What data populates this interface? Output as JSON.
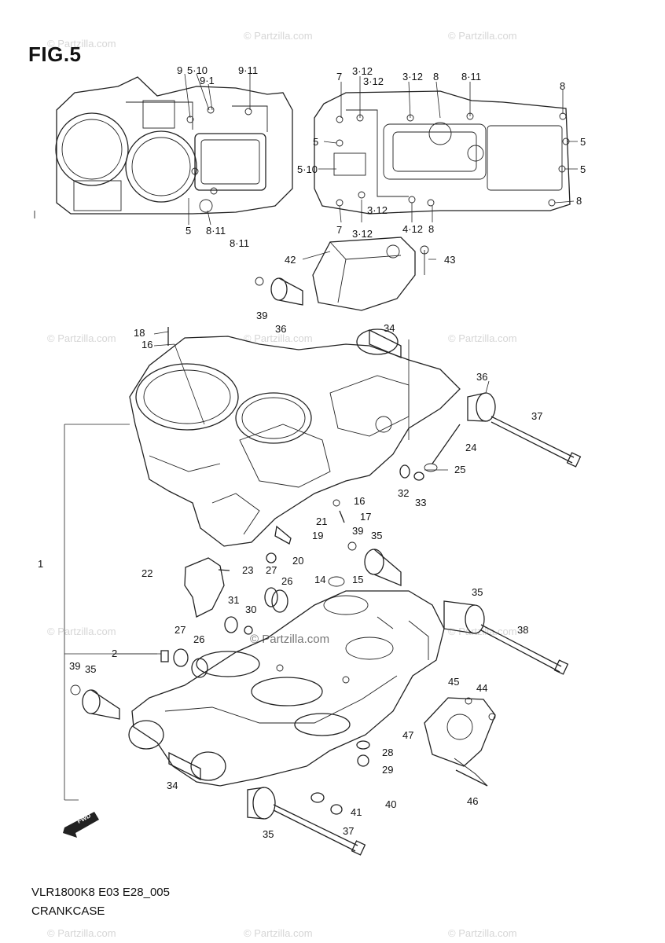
{
  "figure": {
    "title": "FIG.5",
    "model_code": "VLR1800K8 E03 E28_005",
    "name": "CRANKCASE"
  },
  "watermark": {
    "text": "© Partzilla.com"
  },
  "callouts": [
    {
      "id": "c-9",
      "text": "9"
    },
    {
      "id": "c-5-10a",
      "text": "5·10"
    },
    {
      "id": "c-9-11a",
      "text": "9·11"
    },
    {
      "id": "c-9-1",
      "text": "9·1"
    },
    {
      "id": "c-5a",
      "text": "5"
    },
    {
      "id": "c-8-11a",
      "text": "8·11"
    },
    {
      "id": "c-8-11b",
      "text": "8·11"
    },
    {
      "id": "c-7a",
      "text": "7"
    },
    {
      "id": "c-3-12a",
      "text": "3·12"
    },
    {
      "id": "c-3-12b",
      "text": "3·12"
    },
    {
      "id": "c-3-12c",
      "text": "3·12"
    },
    {
      "id": "c-8a",
      "text": "8"
    },
    {
      "id": "c-8-11c",
      "text": "8·11"
    },
    {
      "id": "c-8b",
      "text": "8"
    },
    {
      "id": "c-5b",
      "text": "5"
    },
    {
      "id": "c-5-10b",
      "text": "5·10"
    },
    {
      "id": "c-5c",
      "text": "5"
    },
    {
      "id": "c-5d",
      "text": "5"
    },
    {
      "id": "c-8c",
      "text": "8"
    },
    {
      "id": "c-3-12d",
      "text": "3·12"
    },
    {
      "id": "c-7b",
      "text": "7"
    },
    {
      "id": "c-3-12e",
      "text": "3·12"
    },
    {
      "id": "c-4-12",
      "text": "4·12"
    },
    {
      "id": "c-8d",
      "text": "8"
    },
    {
      "id": "c-42",
      "text": "42"
    },
    {
      "id": "c-43",
      "text": "43"
    },
    {
      "id": "c-39a",
      "text": "39"
    },
    {
      "id": "c-36a",
      "text": "36"
    },
    {
      "id": "c-34a",
      "text": "34"
    },
    {
      "id": "c-18",
      "text": "18"
    },
    {
      "id": "c-16a",
      "text": "16"
    },
    {
      "id": "c-36b",
      "text": "36"
    },
    {
      "id": "c-37a",
      "text": "37"
    },
    {
      "id": "c-24",
      "text": "24"
    },
    {
      "id": "c-25",
      "text": "25"
    },
    {
      "id": "c-32",
      "text": "32"
    },
    {
      "id": "c-33",
      "text": "33"
    },
    {
      "id": "c-16b",
      "text": "16"
    },
    {
      "id": "c-17",
      "text": "17"
    },
    {
      "id": "c-21",
      "text": "21"
    },
    {
      "id": "c-19",
      "text": "19"
    },
    {
      "id": "c-39b",
      "text": "39"
    },
    {
      "id": "c-35a",
      "text": "35"
    },
    {
      "id": "c-20",
      "text": "20"
    },
    {
      "id": "c-27a",
      "text": "27"
    },
    {
      "id": "c-22",
      "text": "22"
    },
    {
      "id": "c-23",
      "text": "23"
    },
    {
      "id": "c-26a",
      "text": "26"
    },
    {
      "id": "c-14",
      "text": "14"
    },
    {
      "id": "c-15",
      "text": "15"
    },
    {
      "id": "c-35b",
      "text": "35"
    },
    {
      "id": "c-31",
      "text": "31"
    },
    {
      "id": "c-30",
      "text": "30"
    },
    {
      "id": "c-27b",
      "text": "27"
    },
    {
      "id": "c-26b",
      "text": "26"
    },
    {
      "id": "c-38",
      "text": "38"
    },
    {
      "id": "c-2",
      "text": "2"
    },
    {
      "id": "c-39c",
      "text": "39"
    },
    {
      "id": "c-35c",
      "text": "35"
    },
    {
      "id": "c-45",
      "text": "45"
    },
    {
      "id": "c-44",
      "text": "44"
    },
    {
      "id": "c-47",
      "text": "47"
    },
    {
      "id": "c-28",
      "text": "28"
    },
    {
      "id": "c-29",
      "text": "29"
    },
    {
      "id": "c-34b",
      "text": "34"
    },
    {
      "id": "c-46",
      "text": "46"
    },
    {
      "id": "c-40",
      "text": "40"
    },
    {
      "id": "c-41",
      "text": "41"
    },
    {
      "id": "c-35d",
      "text": "35"
    },
    {
      "id": "c-37b",
      "text": "37"
    },
    {
      "id": "c-1",
      "text": "1"
    }
  ],
  "badges": {
    "fwd": "FWD"
  }
}
